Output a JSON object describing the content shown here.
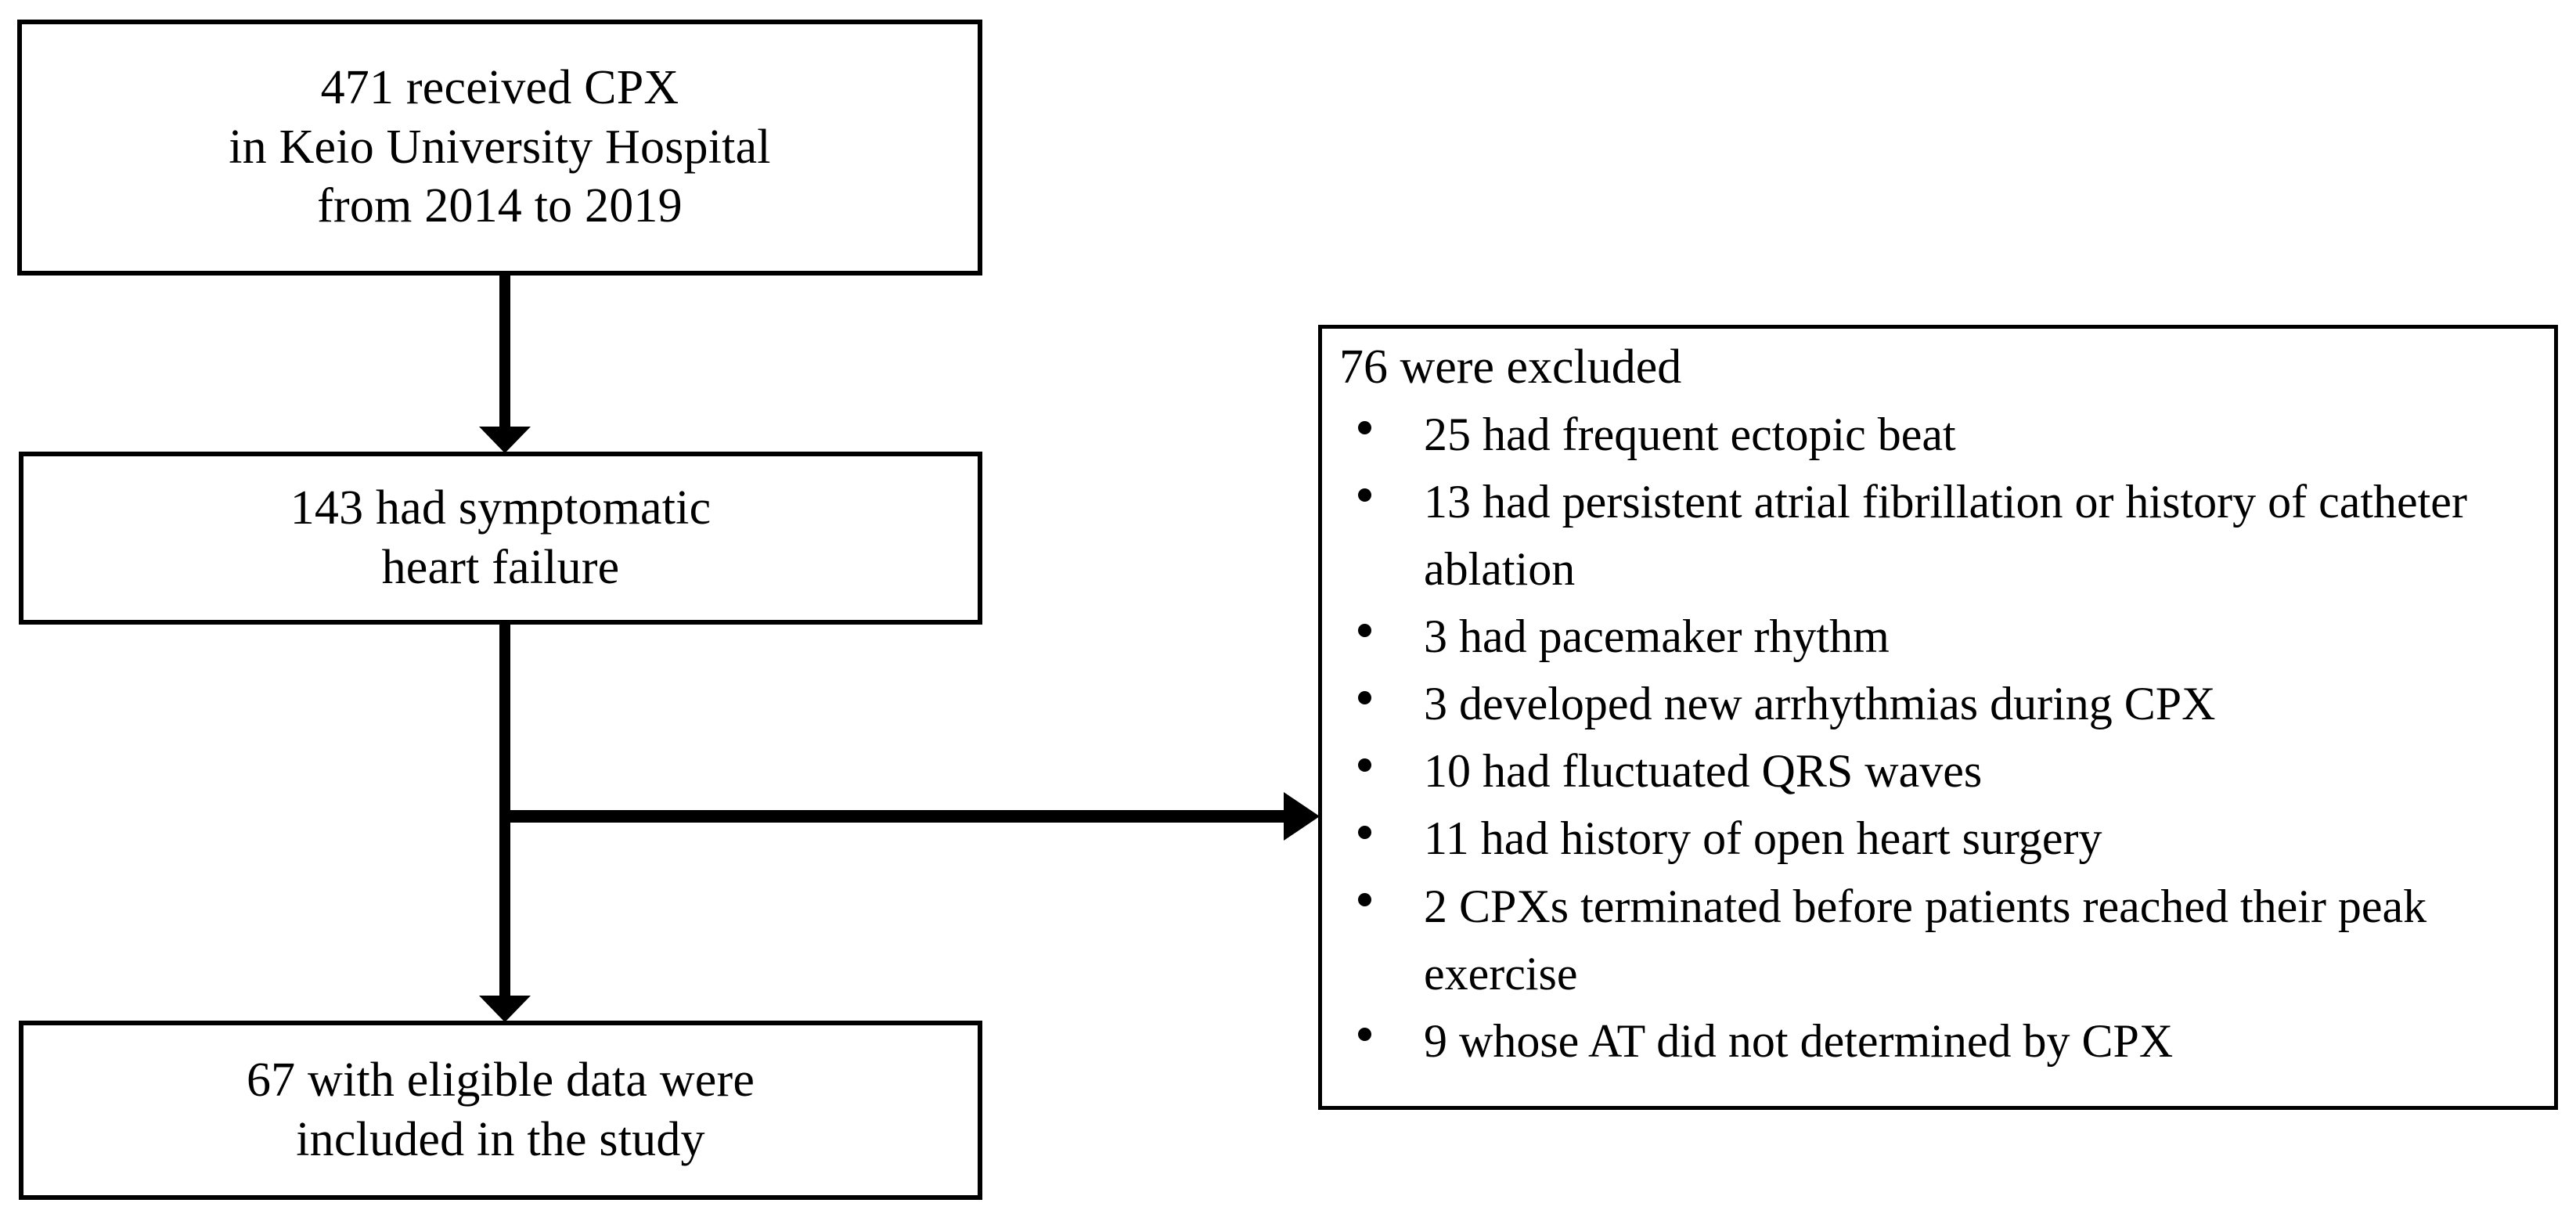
{
  "flowchart": {
    "type": "study-participant-flow-diagram",
    "colors": {
      "line": "#000000",
      "background": "#ffffff",
      "text": "#000000"
    },
    "nodes": {
      "received": {
        "name": "471 received CPX in Keio University Hospital from 2014 to 2019",
        "lines": [
          "471 received CPX",
          "in Keio University Hospital",
          "from 2014 to 2019"
        ],
        "count": 471
      },
      "symptomatic": {
        "name": "143 had symptomatic heart failure",
        "lines": [
          "143 had symptomatic",
          "heart failure"
        ],
        "count": 143
      },
      "included": {
        "name": "67 with eligible data were included in the study",
        "lines": [
          "67 with eligible data were",
          "included in the study"
        ],
        "count": 67
      },
      "excluded": {
        "title": "76 were excluded",
        "count": 76,
        "items": [
          "25 had frequent ectopic beat",
          "13 had persistent atrial fibrillation or history of catheter ablation",
          "3 had pacemaker rhythm",
          "3 developed new arrhythmias during CPX",
          "10 had fluctuated QRS waves",
          "11 had history of open heart surgery",
          "2 CPXs terminated before patients reached their peak exercise",
          "9 whose AT did not determined by CPX"
        ],
        "item_counts": [
          25,
          13,
          3,
          3,
          10,
          11,
          2,
          9
        ]
      }
    },
    "edges": [
      {
        "from": "received",
        "to": "symptomatic",
        "direction": "down"
      },
      {
        "from": "symptomatic",
        "to": "included",
        "direction": "down"
      },
      {
        "from": "symptomatic-included-path",
        "to": "excluded",
        "direction": "right"
      }
    ]
  }
}
